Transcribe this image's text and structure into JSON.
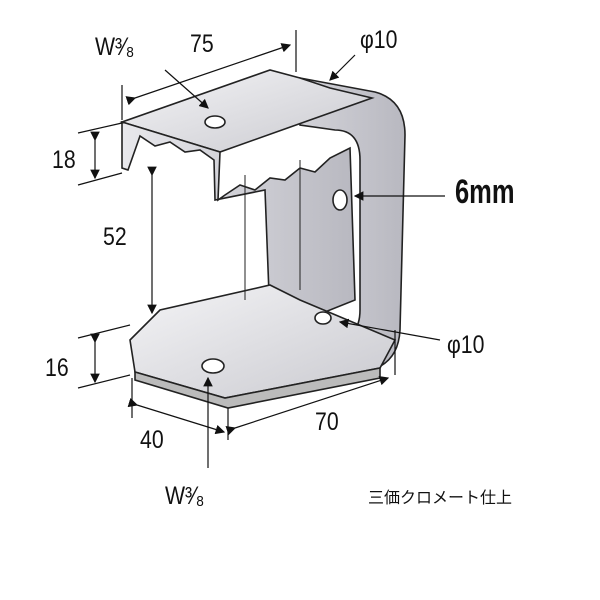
{
  "dimensions": {
    "top_bolt": "W³⁄₈",
    "top_width": "75",
    "top_hole": "φ10",
    "top_height": "18",
    "gap": "52",
    "side_hole": "6mm",
    "bottom_hole": "φ10",
    "bottom_height": "16",
    "bottom_depth": "40",
    "bottom_width": "70",
    "bottom_bolt": "W³⁄₈"
  },
  "finish_note": "三価クロメート仕上"
}
